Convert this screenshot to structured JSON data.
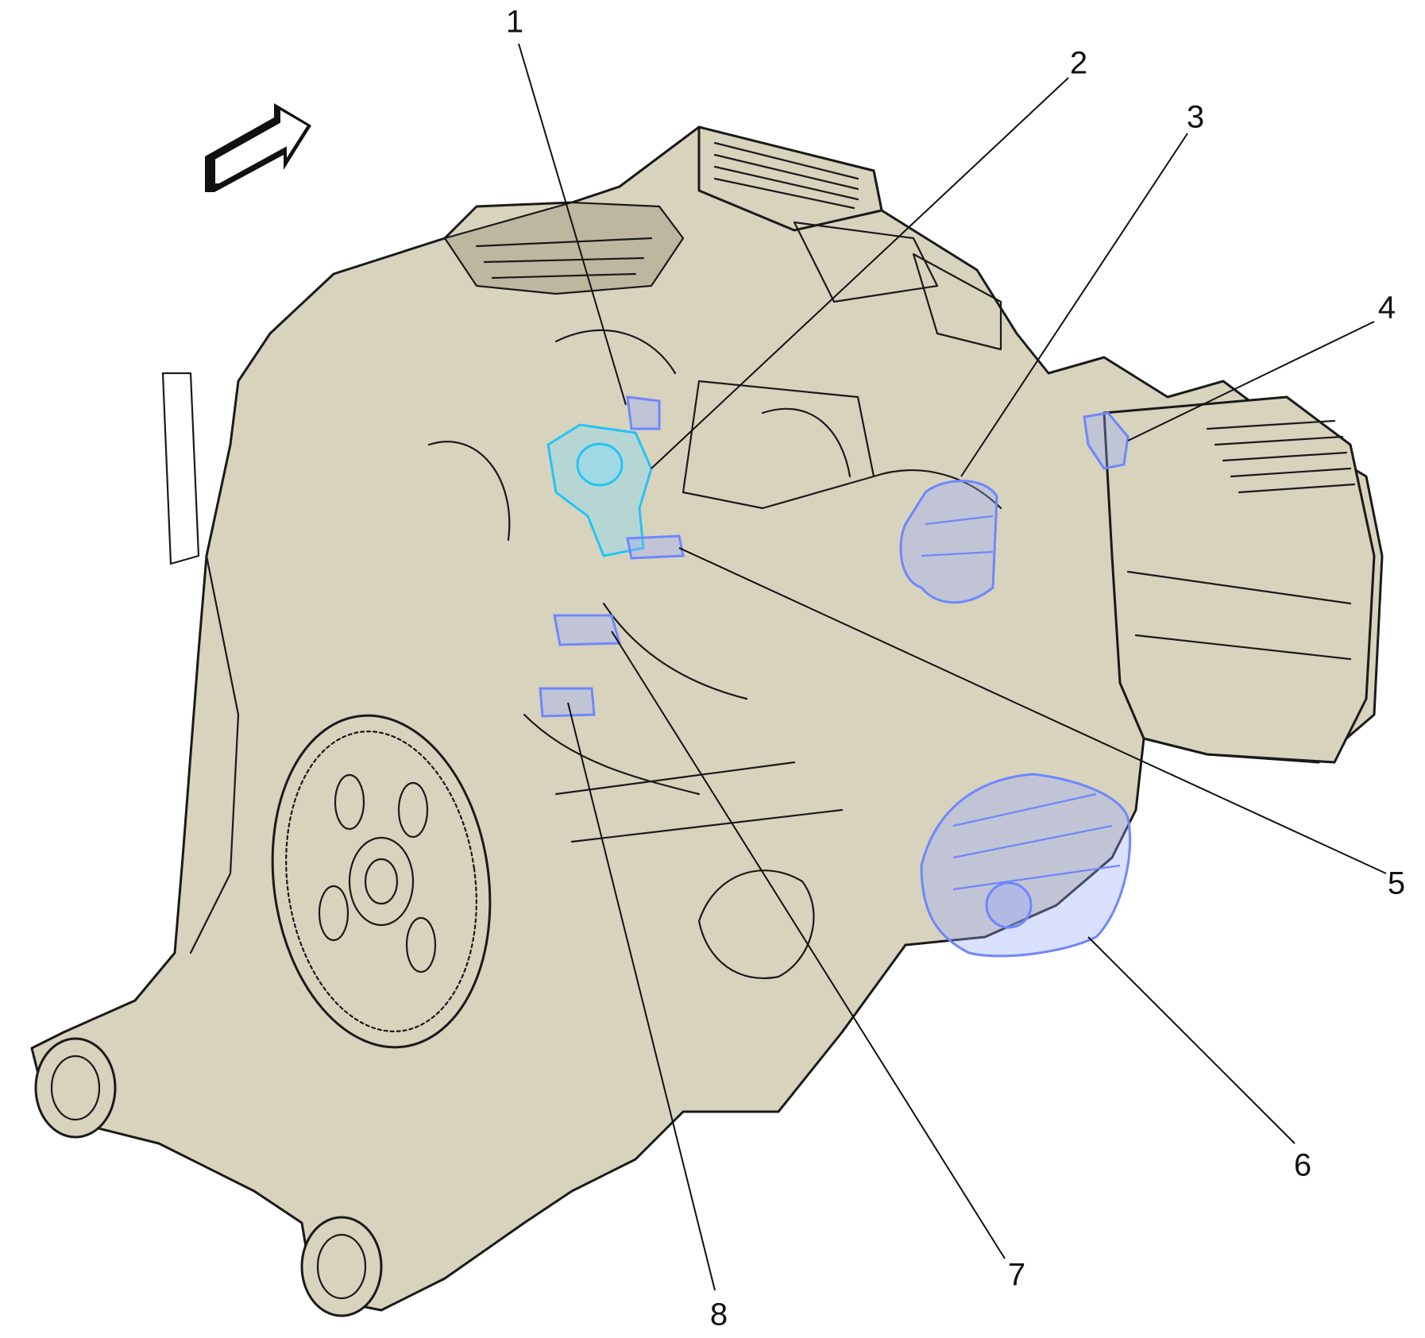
{
  "diagram": {
    "callouts": [
      {
        "id": "1",
        "label": "1"
      },
      {
        "id": "2",
        "label": "2"
      },
      {
        "id": "3",
        "label": "3"
      },
      {
        "id": "4",
        "label": "4"
      },
      {
        "id": "5",
        "label": "5"
      },
      {
        "id": "6",
        "label": "6"
      },
      {
        "id": "7",
        "label": "7"
      },
      {
        "id": "8",
        "label": "8"
      }
    ],
    "colors": {
      "engine_fill": "#d8d3bd",
      "outline": "#1a1a1a",
      "highlight_cyan": "#25c3f5",
      "highlight_blue": "#6f86ff",
      "background": "#ffffff"
    },
    "icons": [
      "direction-arrow-icon"
    ]
  }
}
